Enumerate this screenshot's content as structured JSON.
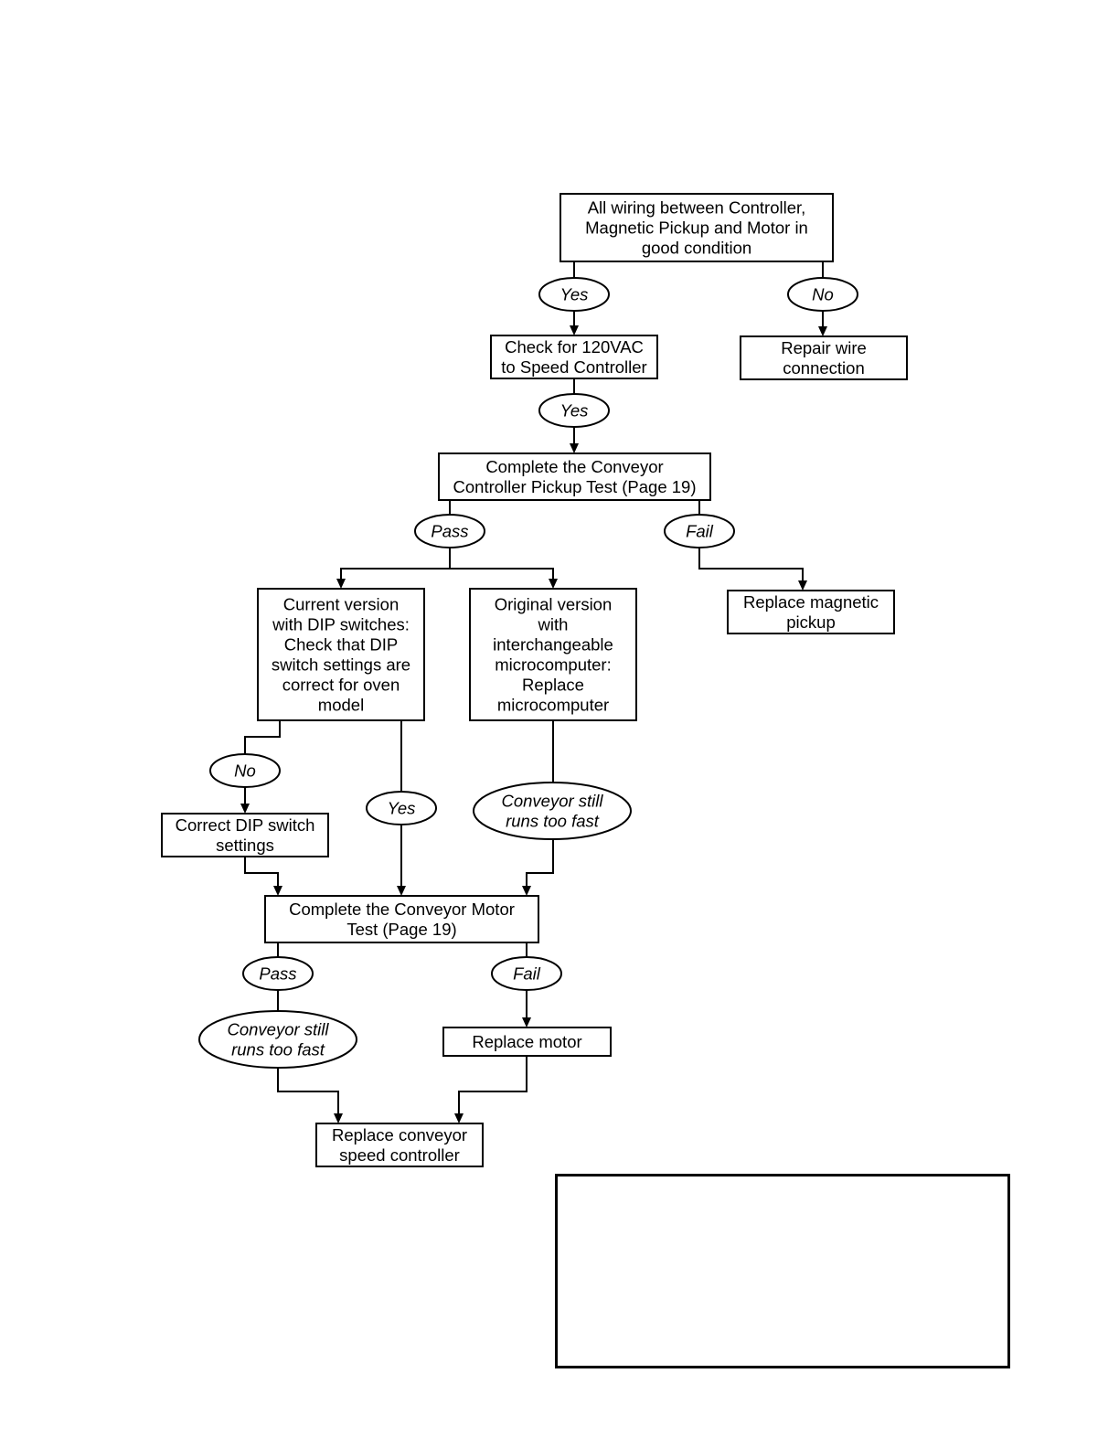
{
  "diagram": {
    "type": "flowchart",
    "nodes": [
      {
        "id": "wiring",
        "shape": "box",
        "lines": [
          "All wiring between Controller,",
          "Magnetic Pickup and Motor in",
          "good condition"
        ]
      },
      {
        "id": "yes1",
        "shape": "oval",
        "lines": [
          "Yes"
        ]
      },
      {
        "id": "no1",
        "shape": "oval",
        "lines": [
          "No"
        ]
      },
      {
        "id": "check120",
        "shape": "box",
        "lines": [
          "Check for 120VAC",
          "to Speed Controller"
        ]
      },
      {
        "id": "repairwire",
        "shape": "box",
        "lines": [
          "Repair wire",
          "connection"
        ]
      },
      {
        "id": "yes2",
        "shape": "oval",
        "lines": [
          "Yes"
        ]
      },
      {
        "id": "pickuptest",
        "shape": "box",
        "lines": [
          "Complete the Conveyor",
          "Controller Pickup Test (Page 19)"
        ]
      },
      {
        "id": "pass1",
        "shape": "oval",
        "lines": [
          "Pass"
        ]
      },
      {
        "id": "fail1",
        "shape": "oval",
        "lines": [
          "Fail"
        ]
      },
      {
        "id": "current",
        "shape": "box",
        "lines": [
          "Current version",
          "with DIP switches:",
          "Check that DIP",
          "switch settings are",
          "correct for oven",
          "model"
        ]
      },
      {
        "id": "original",
        "shape": "box",
        "lines": [
          "Original version",
          "with",
          "interchangeable",
          "microcomputer:",
          "Replace",
          "microcomputer"
        ]
      },
      {
        "id": "replacepickup",
        "shape": "box",
        "lines": [
          "Replace magnetic",
          "pickup"
        ]
      },
      {
        "id": "no2",
        "shape": "oval",
        "lines": [
          "No"
        ]
      },
      {
        "id": "yes3",
        "shape": "oval",
        "lines": [
          "Yes"
        ]
      },
      {
        "id": "still1",
        "shape": "oval",
        "lines": [
          "Conveyor still",
          "runs too fast"
        ]
      },
      {
        "id": "correctdip",
        "shape": "box",
        "lines": [
          "Correct DIP switch",
          "settings"
        ]
      },
      {
        "id": "motortest",
        "shape": "box",
        "lines": [
          "Complete the Conveyor Motor",
          "Test (Page 19)"
        ]
      },
      {
        "id": "pass2",
        "shape": "oval",
        "lines": [
          "Pass"
        ]
      },
      {
        "id": "fail2",
        "shape": "oval",
        "lines": [
          "Fail"
        ]
      },
      {
        "id": "still2",
        "shape": "oval",
        "lines": [
          "Conveyor still",
          "runs too fast"
        ]
      },
      {
        "id": "replacemotor",
        "shape": "box",
        "lines": [
          "Replace motor"
        ]
      },
      {
        "id": "replacespeed",
        "shape": "box",
        "lines": [
          "Replace conveyor",
          "speed controller"
        ]
      }
    ],
    "edges": [
      {
        "from": "wiring",
        "to": "yes1",
        "arrow": false
      },
      {
        "from": "yes1",
        "to": "check120",
        "arrow": true
      },
      {
        "from": "wiring",
        "to": "no1",
        "arrow": false
      },
      {
        "from": "no1",
        "to": "repairwire",
        "arrow": true
      },
      {
        "from": "check120",
        "to": "yes2",
        "arrow": false
      },
      {
        "from": "yes2",
        "to": "pickuptest",
        "arrow": true
      },
      {
        "from": "pickuptest",
        "to": "pass1",
        "arrow": false
      },
      {
        "from": "pickuptest",
        "to": "fail1",
        "arrow": false
      },
      {
        "from": "pass1",
        "to": "current",
        "arrow": true
      },
      {
        "from": "pass1",
        "to": "original",
        "arrow": true
      },
      {
        "from": "fail1",
        "to": "replacepickup",
        "arrow": true
      },
      {
        "from": "current",
        "to": "no2",
        "arrow": false
      },
      {
        "from": "no2",
        "to": "correctdip",
        "arrow": true
      },
      {
        "from": "current",
        "to": "yes3",
        "arrow": false
      },
      {
        "from": "yes3",
        "to": "motortest",
        "arrow": true
      },
      {
        "from": "original",
        "to": "still1",
        "arrow": false
      },
      {
        "from": "still1",
        "to": "motortest",
        "arrow": true
      },
      {
        "from": "correctdip",
        "to": "motortest",
        "arrow": true
      },
      {
        "from": "motortest",
        "to": "pass2",
        "arrow": false
      },
      {
        "from": "pass2",
        "to": "still2",
        "arrow": false
      },
      {
        "from": "motortest",
        "to": "fail2",
        "arrow": false
      },
      {
        "from": "fail2",
        "to": "replacemotor",
        "arrow": true
      },
      {
        "from": "still2",
        "to": "replacespeed",
        "arrow": true
      },
      {
        "from": "replacemotor",
        "to": "replacespeed",
        "arrow": true
      }
    ]
  },
  "note_box": {
    "text": ""
  }
}
